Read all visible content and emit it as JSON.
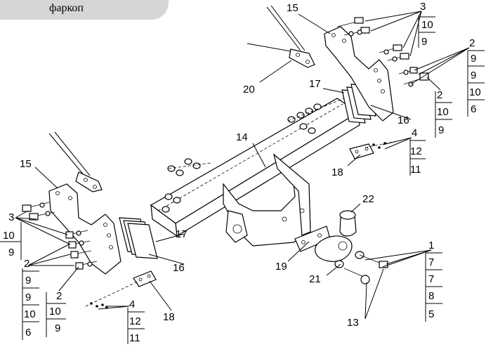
{
  "header": {
    "title": "фаркоп"
  },
  "callouts": {
    "c14": "14",
    "c15a": "15",
    "c15b": "15",
    "c17a": "17",
    "c17b": "17",
    "c16a": "16",
    "c16b": "16",
    "c20": "20",
    "c18a": "18",
    "c18b": "18",
    "c19": "19",
    "c21": "21",
    "c22": "22",
    "c13": "13",
    "c3a": "3",
    "c10a": "10",
    "c9a": "9",
    "c3b": "3",
    "c10b": "10",
    "c9b": "9",
    "c2a": "2",
    "c9c": "9",
    "c9d": "9",
    "c10c": "10",
    "c6a": "6",
    "c2b": "2",
    "c10d": "10",
    "c9e": "9",
    "c2c": "2",
    "c9f": "9",
    "c9g": "9",
    "c10e": "10",
    "c6b": "6",
    "c2d": "2",
    "c10f": "10",
    "c9h": "9",
    "c4a": "4",
    "c12a": "12",
    "c11a": "11",
    "c4b": "4",
    "c12b": "12",
    "c11b": "11",
    "c1": "1",
    "c7a": "7",
    "c7b": "7",
    "c8": "8",
    "c5": "5"
  }
}
